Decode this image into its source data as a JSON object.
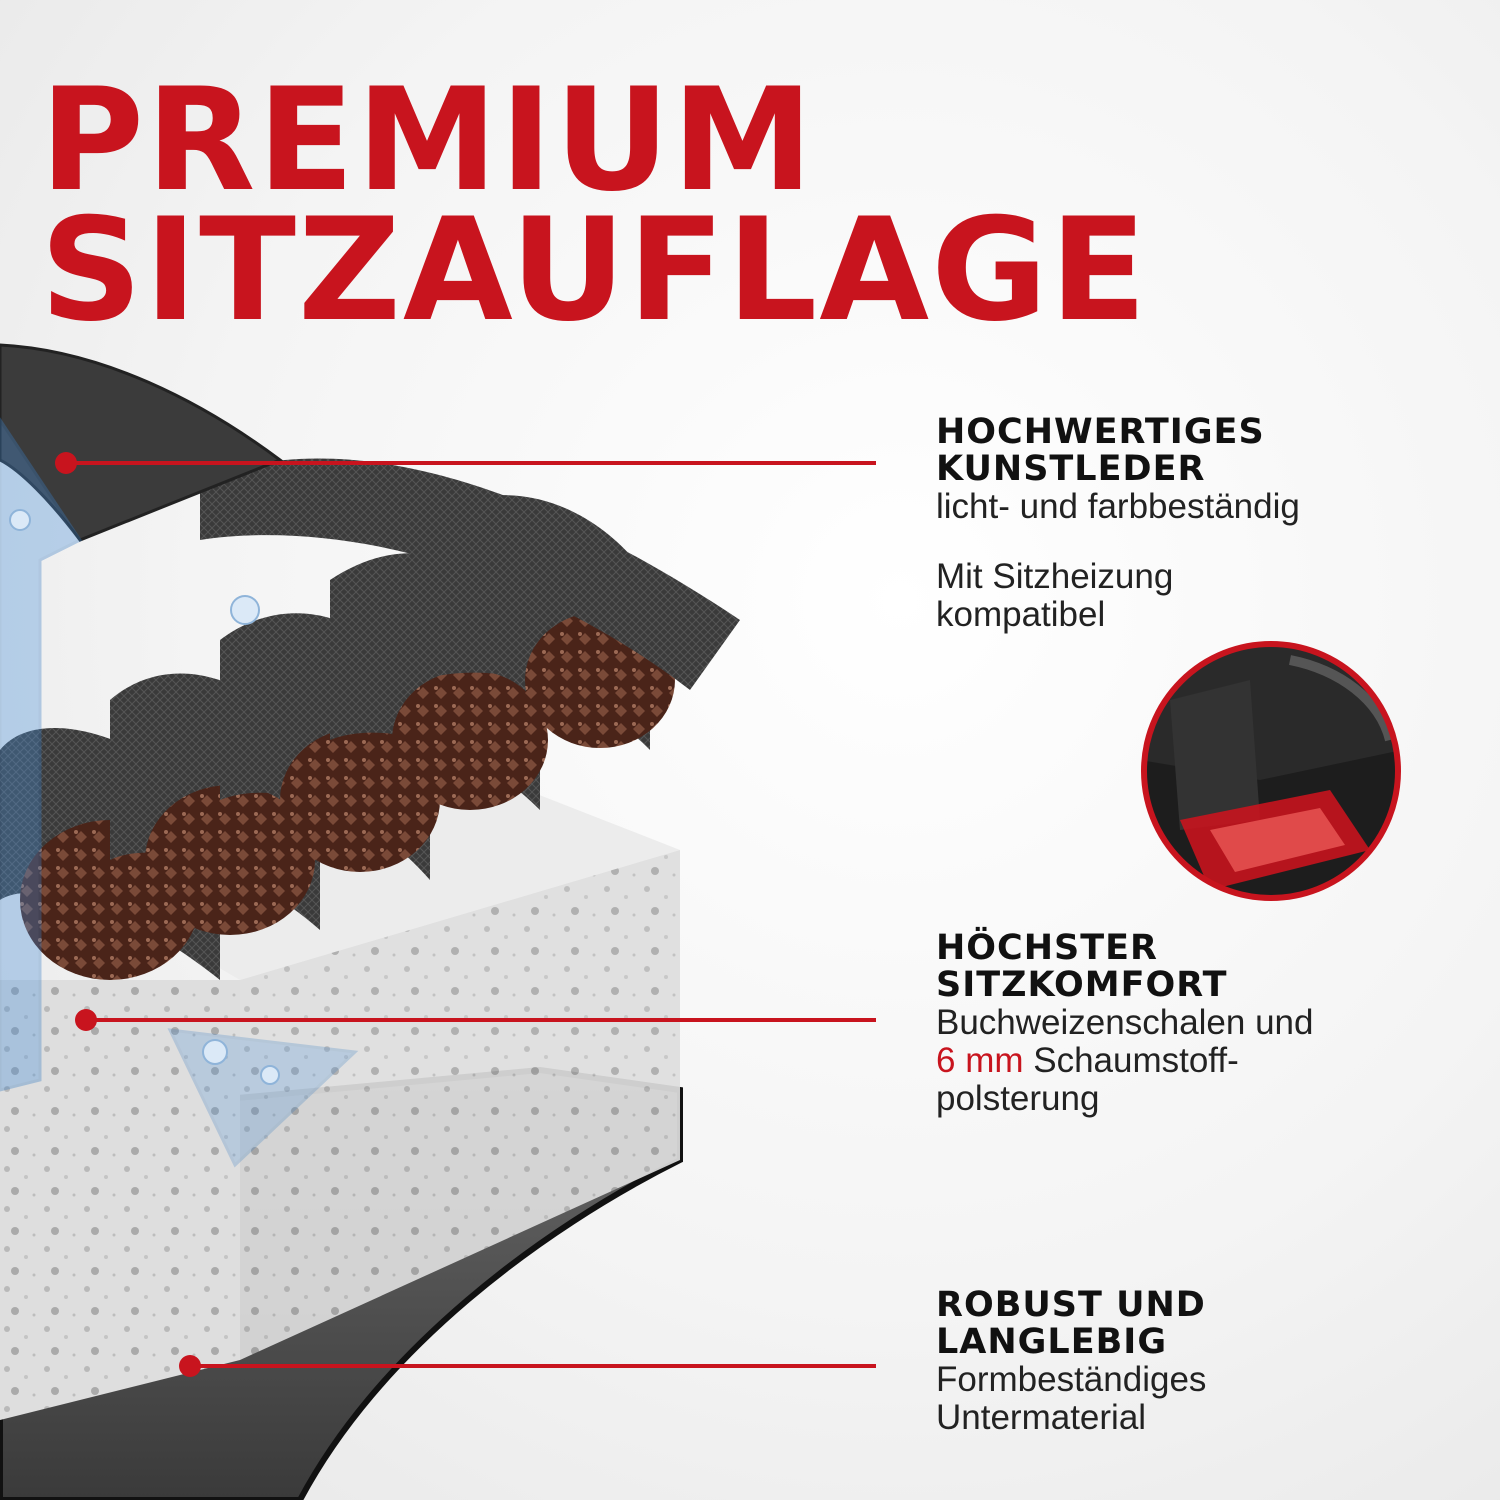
{
  "colors": {
    "brand_red": "#c8141e",
    "text_dark": "#111111",
    "leather_dark": "#2e2e2e",
    "buckwheat": "#5a3024",
    "foam_gray": "#d9d9d9",
    "water_blue": "#4a90d9"
  },
  "title": {
    "line1": "PREMIUM",
    "line2": "SITZAUFLAGE"
  },
  "features": {
    "kunstleder": {
      "heading_line1": "HOCHWERTIGES",
      "heading_line2": "KUNSTLEDER",
      "desc": "licht- und farbbeständig"
    },
    "sitzheizung": {
      "line1": "Mit Sitzheizung",
      "line2": "kompatibel"
    },
    "sitzkomfort": {
      "heading_line1": "HÖCHSTER",
      "heading_line2": "SITZKOMFORT",
      "desc_line1": "Buchweizenschalen und",
      "desc_highlight": "6 mm",
      "desc_line2_rest": " Schaumstoff-",
      "desc_line3": "polsterung"
    },
    "robust": {
      "heading_line1": "ROBUST UND",
      "heading_line2": "LANGLEBIG",
      "desc_line1": "Formbeständiges",
      "desc_line2": "Untermaterial"
    }
  }
}
